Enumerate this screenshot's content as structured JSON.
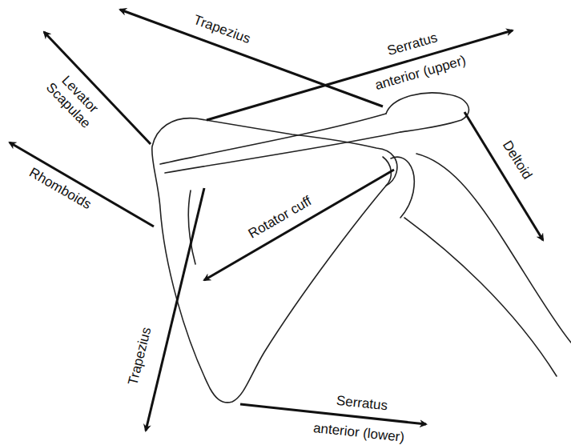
{
  "diagram": {
    "labels": [
      "Trapezius",
      "Serratus anterior (upper)",
      "Levator Scapulae",
      "Rhomboids",
      "Rotator cuff",
      "Deltoid",
      "Trapezius",
      "Serratus anterior (lower)"
    ]
  }
}
